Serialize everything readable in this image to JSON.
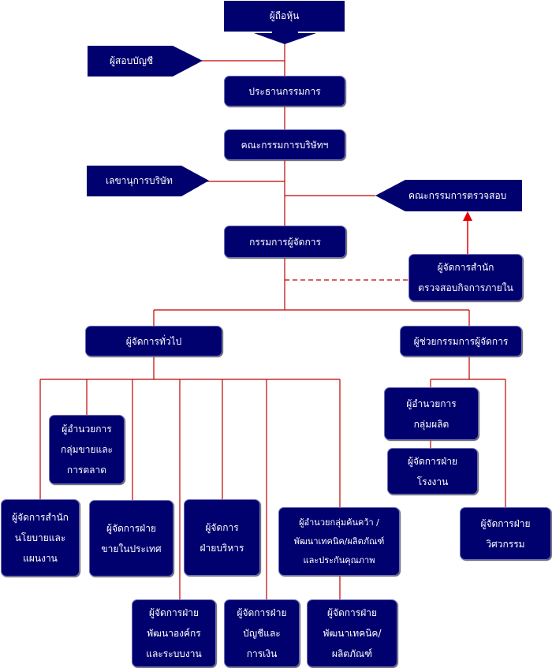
{
  "colors": {
    "box_fill": "#00006e",
    "connector": "#c00000",
    "arrow": "#e00000"
  },
  "diagram": {
    "shareholders": "ผู้ถือหุ้น",
    "auditor": "ผู้สอบบัญชี",
    "chairman": "ประธานกรรมการ",
    "board": "คณะกรรมการบริษัทฯ",
    "secretary": "เลขานุการบริษัท",
    "audit_committee": "คณะกรรมการตรวจสอบ",
    "managing_director": "กรรมการผู้จัดการ",
    "internal_audit": [
      "ผู้จัดการสำนัก",
      "ตรวจสอบกิจการภายใน"
    ],
    "general_manager": "ผู้จัดการทั่วไป",
    "assistant_md": "ผู้ช่วยกรรมการผู้จัดการ",
    "sales_marketing": [
      "ผู้อำนวยการ",
      "กลุ่มขายและ",
      "การตลาด"
    ],
    "policy_planning": [
      "ผู้จัดการสำนัก",
      "นโยบายและ",
      "แผนงาน"
    ],
    "domestic_sales": [
      "ผู้จัดการฝ่าย",
      "ขายในประเทศ"
    ],
    "administration": [
      "ผู้จัดการ",
      "ฝ่ายบริหาร"
    ],
    "rnd_director": [
      "ผู้อำนวยกลุ่มค้นคว้า /",
      "พัฒนาเทคนิค/ผลิตภัณฑ์",
      "และประกันคุณภาพ"
    ],
    "org_dev": [
      "ผู้จัดการฝ่าย",
      "พัฒนาองค์กร",
      "และระบบงาน"
    ],
    "accounting_finance": [
      "ผู้จัดการฝ่าย",
      "บัญชีและ",
      "การเงิน"
    ],
    "tech_product_dev": [
      "ผู้จัดการฝ่าย",
      "พัฒนาเทคนิค/",
      "ผลิตภัณฑ์"
    ],
    "production_director": [
      "ผู้อำนวยการ",
      "กลุ่มผลิต"
    ],
    "factory": [
      "ผู้จัดการฝ่าย",
      "โรงงาน"
    ],
    "engineering": [
      "ผู้จัดการฝ่าย",
      "วิศวกรรม"
    ]
  }
}
